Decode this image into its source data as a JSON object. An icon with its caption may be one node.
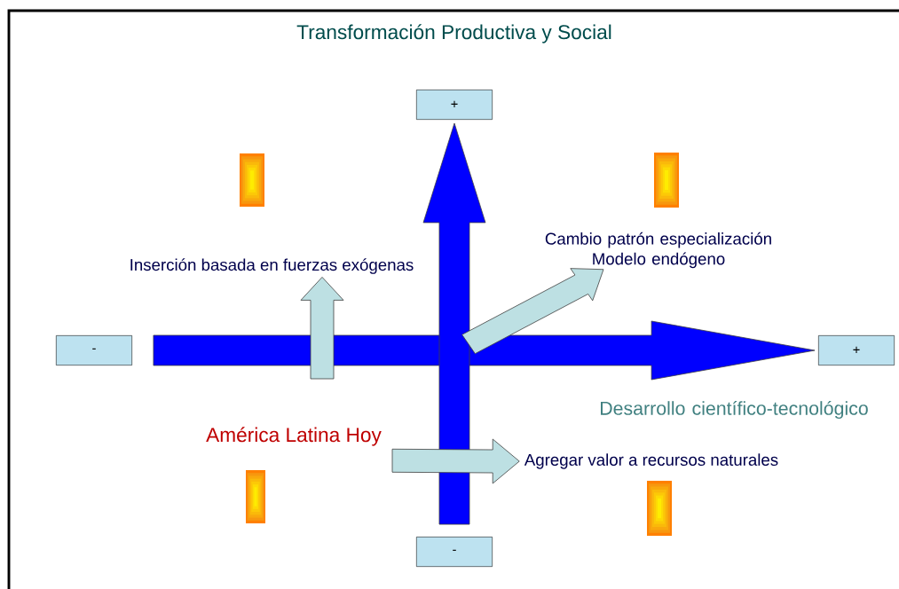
{
  "diagram": {
    "title": "Transformación Productiva y Social",
    "nodes": [
      {
        "text": [
          "+"
        ]
      },
      {
        "text": [
          "-"
        ]
      },
      {
        "text": [
          "+"
        ]
      },
      {
        "text": [
          "-"
        ]
      },
      {
        "text": [
          "Inserción basada en fuerzas exógenas"
        ]
      },
      {
        "text": [
          "Cambio patrón especialización Modelo endógeno"
        ]
      },
      {
        "text": [
          "América Latina Hoy"
        ]
      },
      {
        "text": [
          "Agregar valor a recursos naturales"
        ]
      }
    ],
    "edges": [
      {
        "from": 1,
        "to": 2,
        "arrow": "to",
        "style": "thick",
        "color": "#0000ff"
      },
      {
        "from": 3,
        "to": 0,
        "arrow": "to",
        "style": "thick",
        "color": "#0000ff"
      },
      {
        "from": null,
        "to": 4,
        "arrow": "to"
      },
      {
        "from": null,
        "to": 5,
        "arrow": "to"
      },
      {
        "from": 6,
        "to": 7,
        "arrow": "to"
      }
    ],
    "labels": [
      "Desarrollo científico-tecnológico"
    ]
  }
}
